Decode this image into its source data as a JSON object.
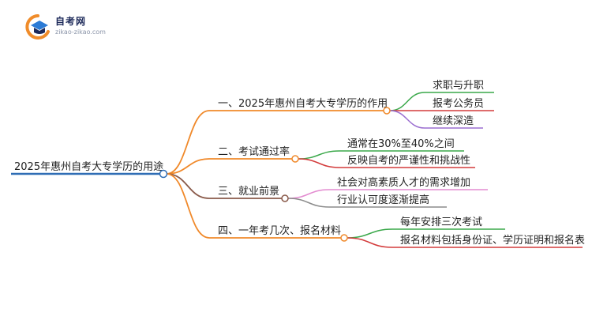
{
  "logo": {
    "brand": "自考网",
    "domain": "zikao-zikao.com",
    "colors": {
      "orange": "#f08c2a",
      "blue": "#2b7bd6",
      "navy": "#1d2a5a"
    }
  },
  "root": {
    "label": "2025年惠州自考大专学历的用途",
    "color": "#2f6db5"
  },
  "branches": [
    {
      "label": "一、2025年惠州自考大专学历的作用",
      "color": "#f0892a",
      "children": [
        {
          "label": "求职与升职",
          "color": "#3aa84a"
        },
        {
          "label": "报考公务员",
          "color": "#d33b3b"
        },
        {
          "label": "继续深造",
          "color": "#9b6fd0"
        }
      ]
    },
    {
      "label": "二、考试通过率",
      "color": "#f0892a",
      "children": [
        {
          "label": "通常在30%至40%之间",
          "color": "#3aa84a"
        },
        {
          "label": "反映自考的严谨性和挑战性",
          "color": "#d33b3b"
        }
      ]
    },
    {
      "label": "三、就业前景",
      "color": "#8a5a4a",
      "children": [
        {
          "label": "社会对高素质人才的需求增加",
          "color": "#e38bd0"
        },
        {
          "label": "行业认可度逐渐提高",
          "color": "#8c8c8c"
        }
      ]
    },
    {
      "label": "四、一年考几次、报名材料",
      "color": "#f0892a",
      "children": [
        {
          "label": "每年安排三次考试",
          "color": "#3aa84a"
        },
        {
          "label": "报名材料包括身份证、学历证明和报名表",
          "color": "#d33b3b"
        }
      ]
    }
  ]
}
